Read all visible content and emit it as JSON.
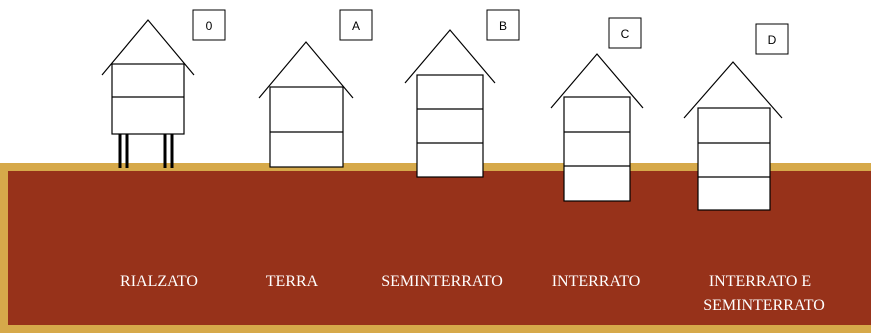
{
  "colors": {
    "ground_fill": "#97321a",
    "ground_border": "#d6a94a",
    "outline": "#000000",
    "house_fill": "#ffffff",
    "label_text": "#ffffff"
  },
  "houses": [
    {
      "id": "0",
      "label": "0",
      "floors_total": 2,
      "floors_below_ground": 0,
      "on_pilotis": true
    },
    {
      "id": "A",
      "label": "A",
      "floors_total": 2,
      "floors_below_ground": 0,
      "on_pilotis": false
    },
    {
      "id": "B",
      "label": "B",
      "floors_total": 3,
      "floors_below_ground": 0.5,
      "on_pilotis": false
    },
    {
      "id": "C",
      "label": "C",
      "floors_total": 3,
      "floors_below_ground": 1.2,
      "on_pilotis": false
    },
    {
      "id": "D",
      "label": "D",
      "floors_total": 3,
      "floors_below_ground": 1.6,
      "on_pilotis": false
    }
  ],
  "ground_labels": {
    "rialzato": "RIALZATO",
    "terra": "TERRA",
    "seminterrato": "SEMINTERRATO",
    "interrato": "INTERRATO",
    "interrato_seminterrato_line1": "INTERRATO E",
    "interrato_seminterrato_line2": "SEMINTERRATO"
  }
}
